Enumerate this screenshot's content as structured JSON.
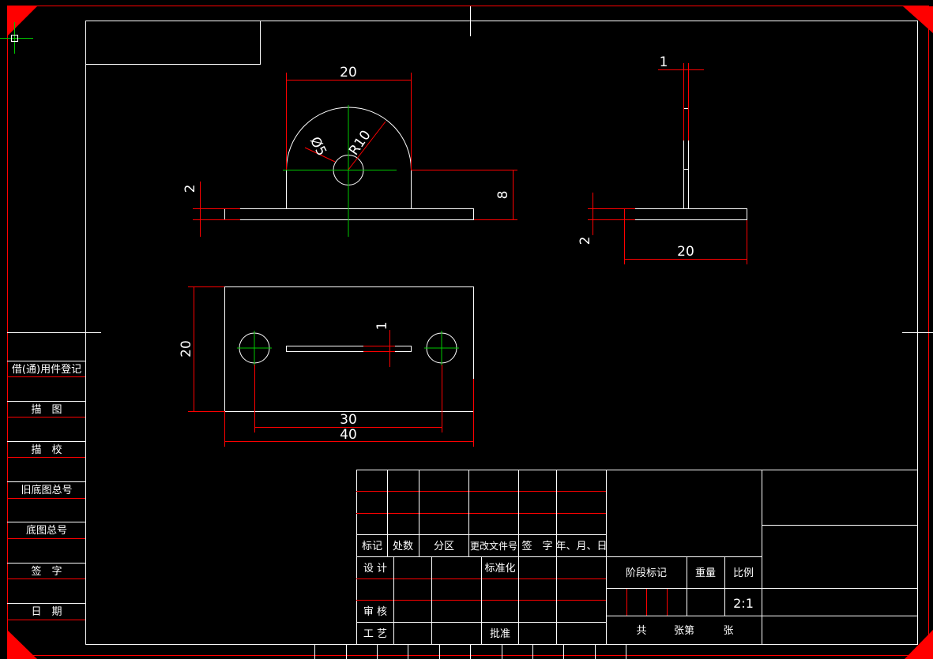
{
  "drawing": {
    "front_view": {
      "dim_width": "20",
      "dim_hole": "Ø5",
      "dim_radius": "R10",
      "dim_thickness": "2",
      "dim_height": "8"
    },
    "side_view": {
      "dim_plate": "1",
      "dim_thickness": "2",
      "dim_width": "20"
    },
    "top_view": {
      "dim_height": "20",
      "dim_slot": "1",
      "dim_hole_spacing": "30",
      "dim_length": "40"
    }
  },
  "left_column": {
    "items": [
      "借(通)用件登记",
      "描　图",
      "描　校",
      "旧底图总号",
      "底图总号",
      "签　字",
      "日　期"
    ]
  },
  "title_block": {
    "rev_headers": [
      "标记",
      "处数",
      "分区",
      "更改文件号",
      "签　字",
      "年、月、日"
    ],
    "design": "设 计",
    "standardize": "标准化",
    "review": "审 核",
    "process": "工 艺",
    "approve": "批准",
    "stage_mark": "阶段标记",
    "weight": "重量",
    "scale_label": "比例",
    "scale_value": "2:1",
    "sheets_total": "共",
    "sheets_index": "张第",
    "sheets_unit": "张"
  },
  "colors": {
    "background": "#000000",
    "outline": "#ffffff",
    "dimension": "#ff0000",
    "centerline": "#00c800"
  }
}
